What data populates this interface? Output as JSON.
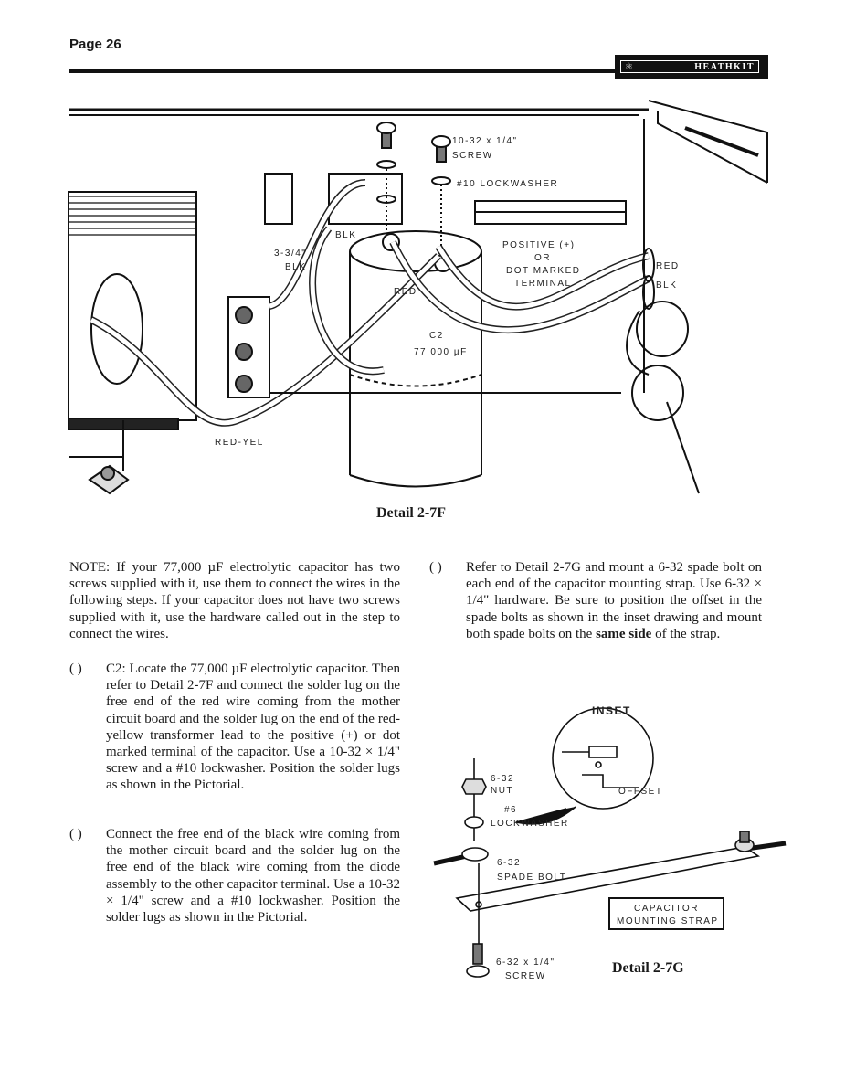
{
  "header": {
    "page_label": "Page 26",
    "logo_text": "HEATHKIT"
  },
  "detail_2_7F": {
    "caption": "Detail 2-7F",
    "labels": {
      "screw": "10-32 x 1/4\"",
      "screw2": "SCREW",
      "lockwasher": "#10 LOCKWASHER",
      "blk_top": "BLK",
      "wire_len": "3-3/4\"",
      "wire_blk": "BLK",
      "positive1": "POSITIVE (+)",
      "positive2": "OR",
      "positive3": "DOT MARKED",
      "positive4": "TERMINAL",
      "red_right": "RED",
      "blk_right": "BLK",
      "red_cap": "RED",
      "cap_name": "C2",
      "cap_value": "77,000 µF",
      "red_yel": "RED-YEL"
    }
  },
  "left_column": {
    "note": "NOTE: If your 77,000 µF electrolytic capacitor has two screws supplied with it, use them to connect the wires in the following steps. If your capacitor does not have two screws supplied with it, use the hardware called out in the step to connect the wires.",
    "step1_check": "(   )",
    "step1": "C2: Locate the 77,000 µF electrolytic capacitor. Then refer to Detail 2-7F and connect the solder lug on the free end of the red wire coming from the mother circuit board and the solder lug on the end of the red-yellow transformer lead to the positive (+) or dot marked terminal of the capacitor. Use a 10-32 × 1/4\" screw and a #10 lockwasher. Position the solder lugs as shown in the Pictorial.",
    "step2_check": "(   )",
    "step2": "Connect the free end of the black wire coming from the mother circuit board and the solder lug on the free end of the black wire coming from the diode assembly to the other capacitor terminal. Use a 10-32 × 1/4\" screw and a #10 lockwasher. Position the solder lugs as shown in the Pictorial."
  },
  "right_column": {
    "step3_check": "(   )",
    "step3_a": "Refer to Detail 2-7G and mount a 6-32 spade bolt on each end of the capacitor mounting strap. Use 6-32 × 1/4\" hardware. Be sure to position the offset in the spade bolts as shown in the inset drawing and mount both spade bolts on the ",
    "step3_bold": "same side",
    "step3_b": " of the strap."
  },
  "detail_2_7G": {
    "caption": "Detail 2-7G",
    "labels": {
      "inset": "INSET",
      "offset": "OFFSET",
      "nut1": "6-32",
      "nut2": "NUT",
      "lw1": "#6",
      "lw2": "LOCKWASHER",
      "bolt1": "6-32",
      "bolt2": "SPADE BOLT",
      "strap1": "CAPACITOR",
      "strap2": "MOUNTING STRAP",
      "screw1": "6-32 x 1/4\"",
      "screw2": "SCREW"
    }
  }
}
